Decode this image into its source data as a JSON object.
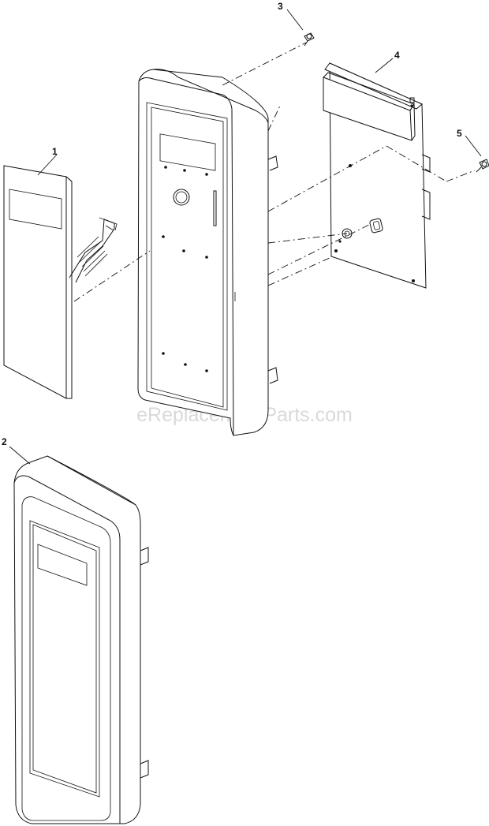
{
  "diagram": {
    "watermark": "eReplacementParts.com",
    "callouts": {
      "c1": "1",
      "c2": "2",
      "c3": "3",
      "c4": "4",
      "c5": "5"
    }
  }
}
